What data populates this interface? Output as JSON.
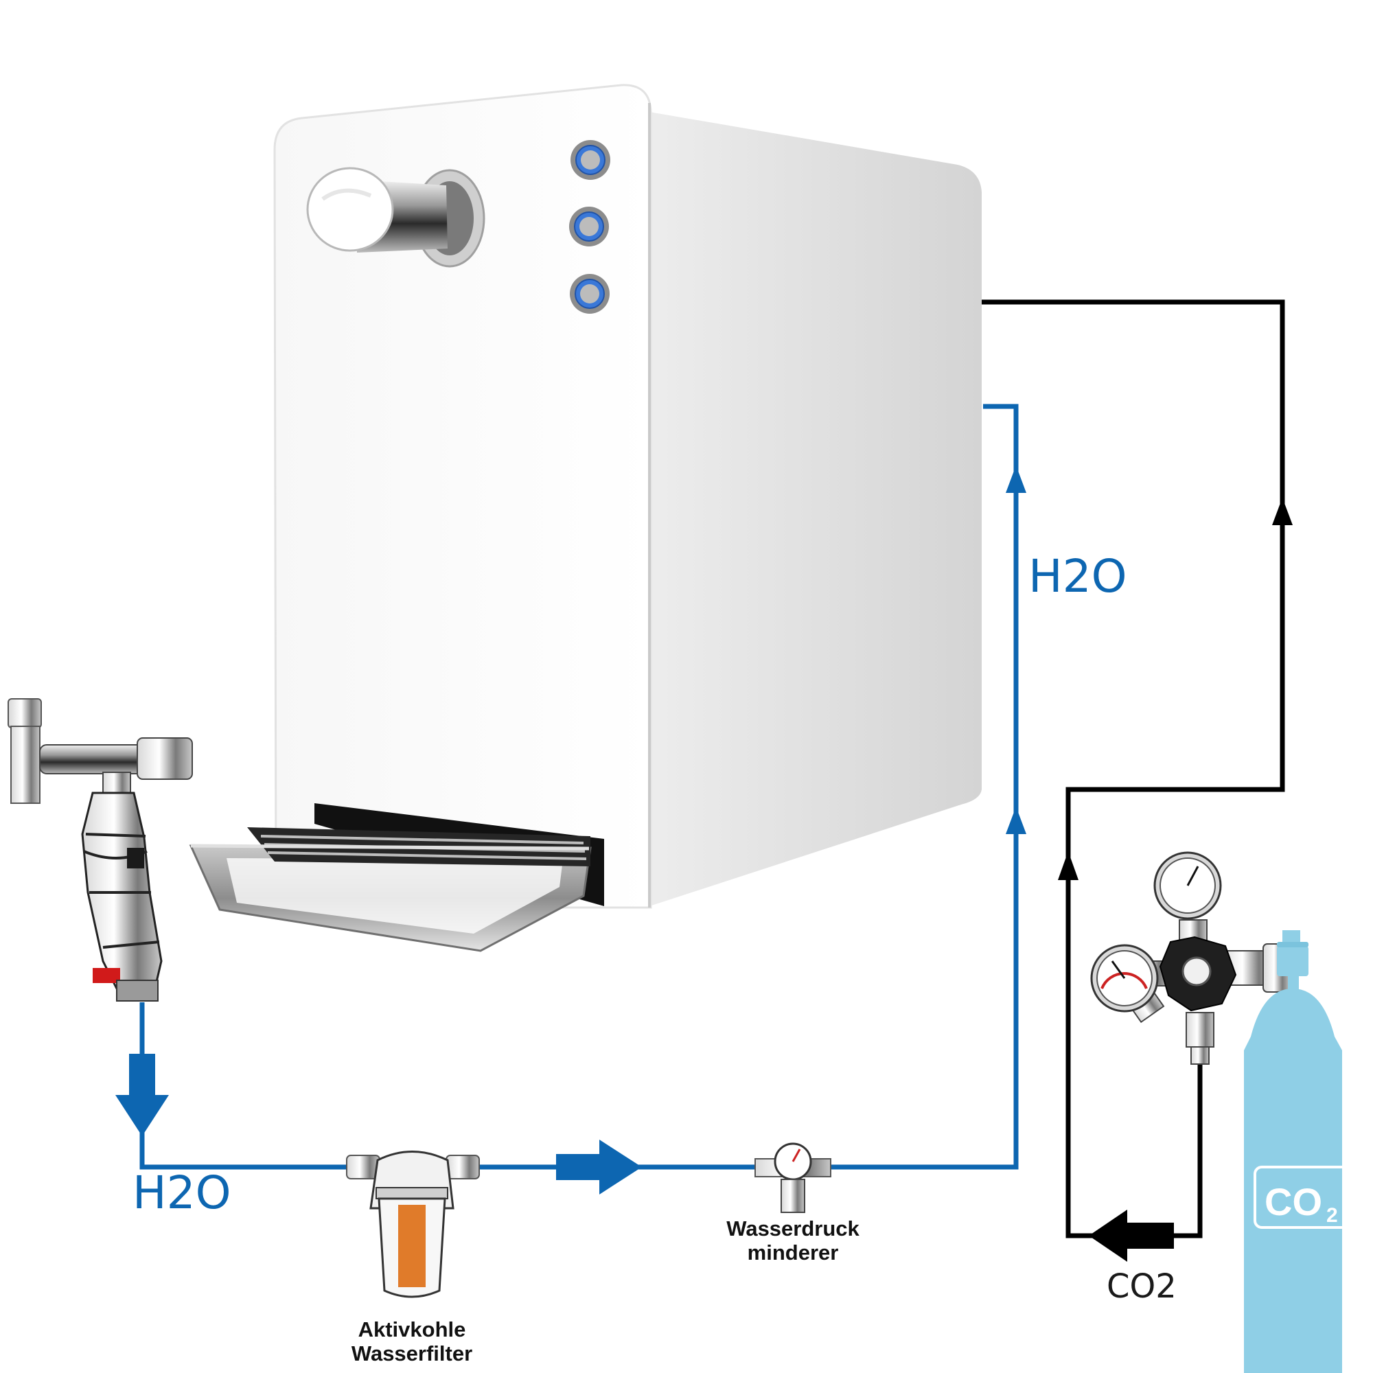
{
  "labels": {
    "h2o_bottom": "H2O",
    "h2o_right": "H2O",
    "co2_line": "CO2",
    "filter_line1": "Aktivkohle",
    "filter_line2": "Wasserfilter",
    "reducer_line1": "Wasserdruck",
    "reducer_line2": "minderer",
    "bottle_main": "CO",
    "bottle_sub": "2"
  },
  "colors": {
    "water_line": "#0d66b1",
    "co2_line": "#000000",
    "bottle": "#8fcfe6",
    "filter_cartridge": "#e07b2a"
  },
  "icons": {
    "dispenser": "water-dispenser-unit",
    "tap_valve": "angle-valve-tap",
    "filter": "activated-carbon-filter",
    "reducer": "pressure-reducer",
    "regulator": "co2-pressure-regulator",
    "bottle": "co2-bottle"
  }
}
